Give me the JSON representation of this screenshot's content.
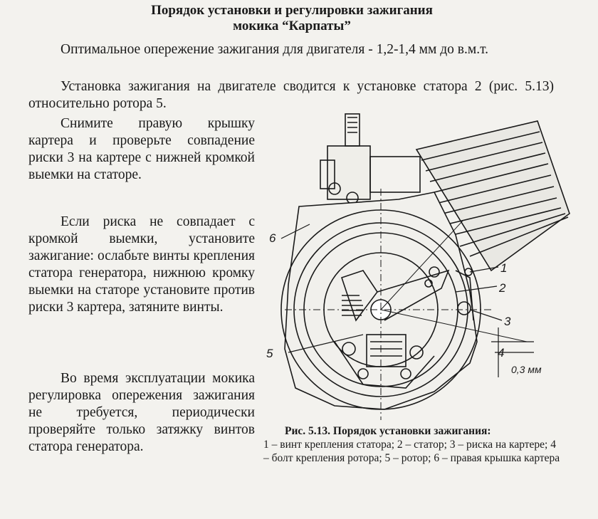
{
  "title": {
    "line1": "Порядок установки и регулировки зажигания",
    "line2": "мокика “Карпаты”"
  },
  "paragraphs": {
    "p1": "Оптимальное опережение зажигания для двигателя - 1,2-1,4 мм до в.м.т.",
    "p2": "Установка зажигания на двигателе сводится к установке статора 2 (рис. 5.13) относительно ротора 5.",
    "p3": "Снимите правую крышку картера и проверьте совпадение риски 3 на картере с нижней кромкой выемки на статоре.",
    "p4": "Если риска не совпадает с кромкой выемки, установите зажигание: ослабьте винты крепления статора генератора, нижнюю кромку выемки на статоре установите против риски 3 картера, затяните винты.",
    "p5": "Во время эксплуатации мокика регулировка опережения зажигания не требуется, периодически проверяйте только затяжку винтов статора генератора."
  },
  "figure": {
    "labels": {
      "l1": "1",
      "l2": "2",
      "l3": "3",
      "l4": "4",
      "l5": "5",
      "l6": "6",
      "gap": "0,3 мм"
    }
  },
  "caption": {
    "title": "Рис. 5.13. Порядок установки зажигания:",
    "text": "1 – винт крепления статора; 2 – статор; 3 – риска на картере; 4 – болт крепления ротора; 5 – ротор; 6 – правая крышка картера"
  }
}
